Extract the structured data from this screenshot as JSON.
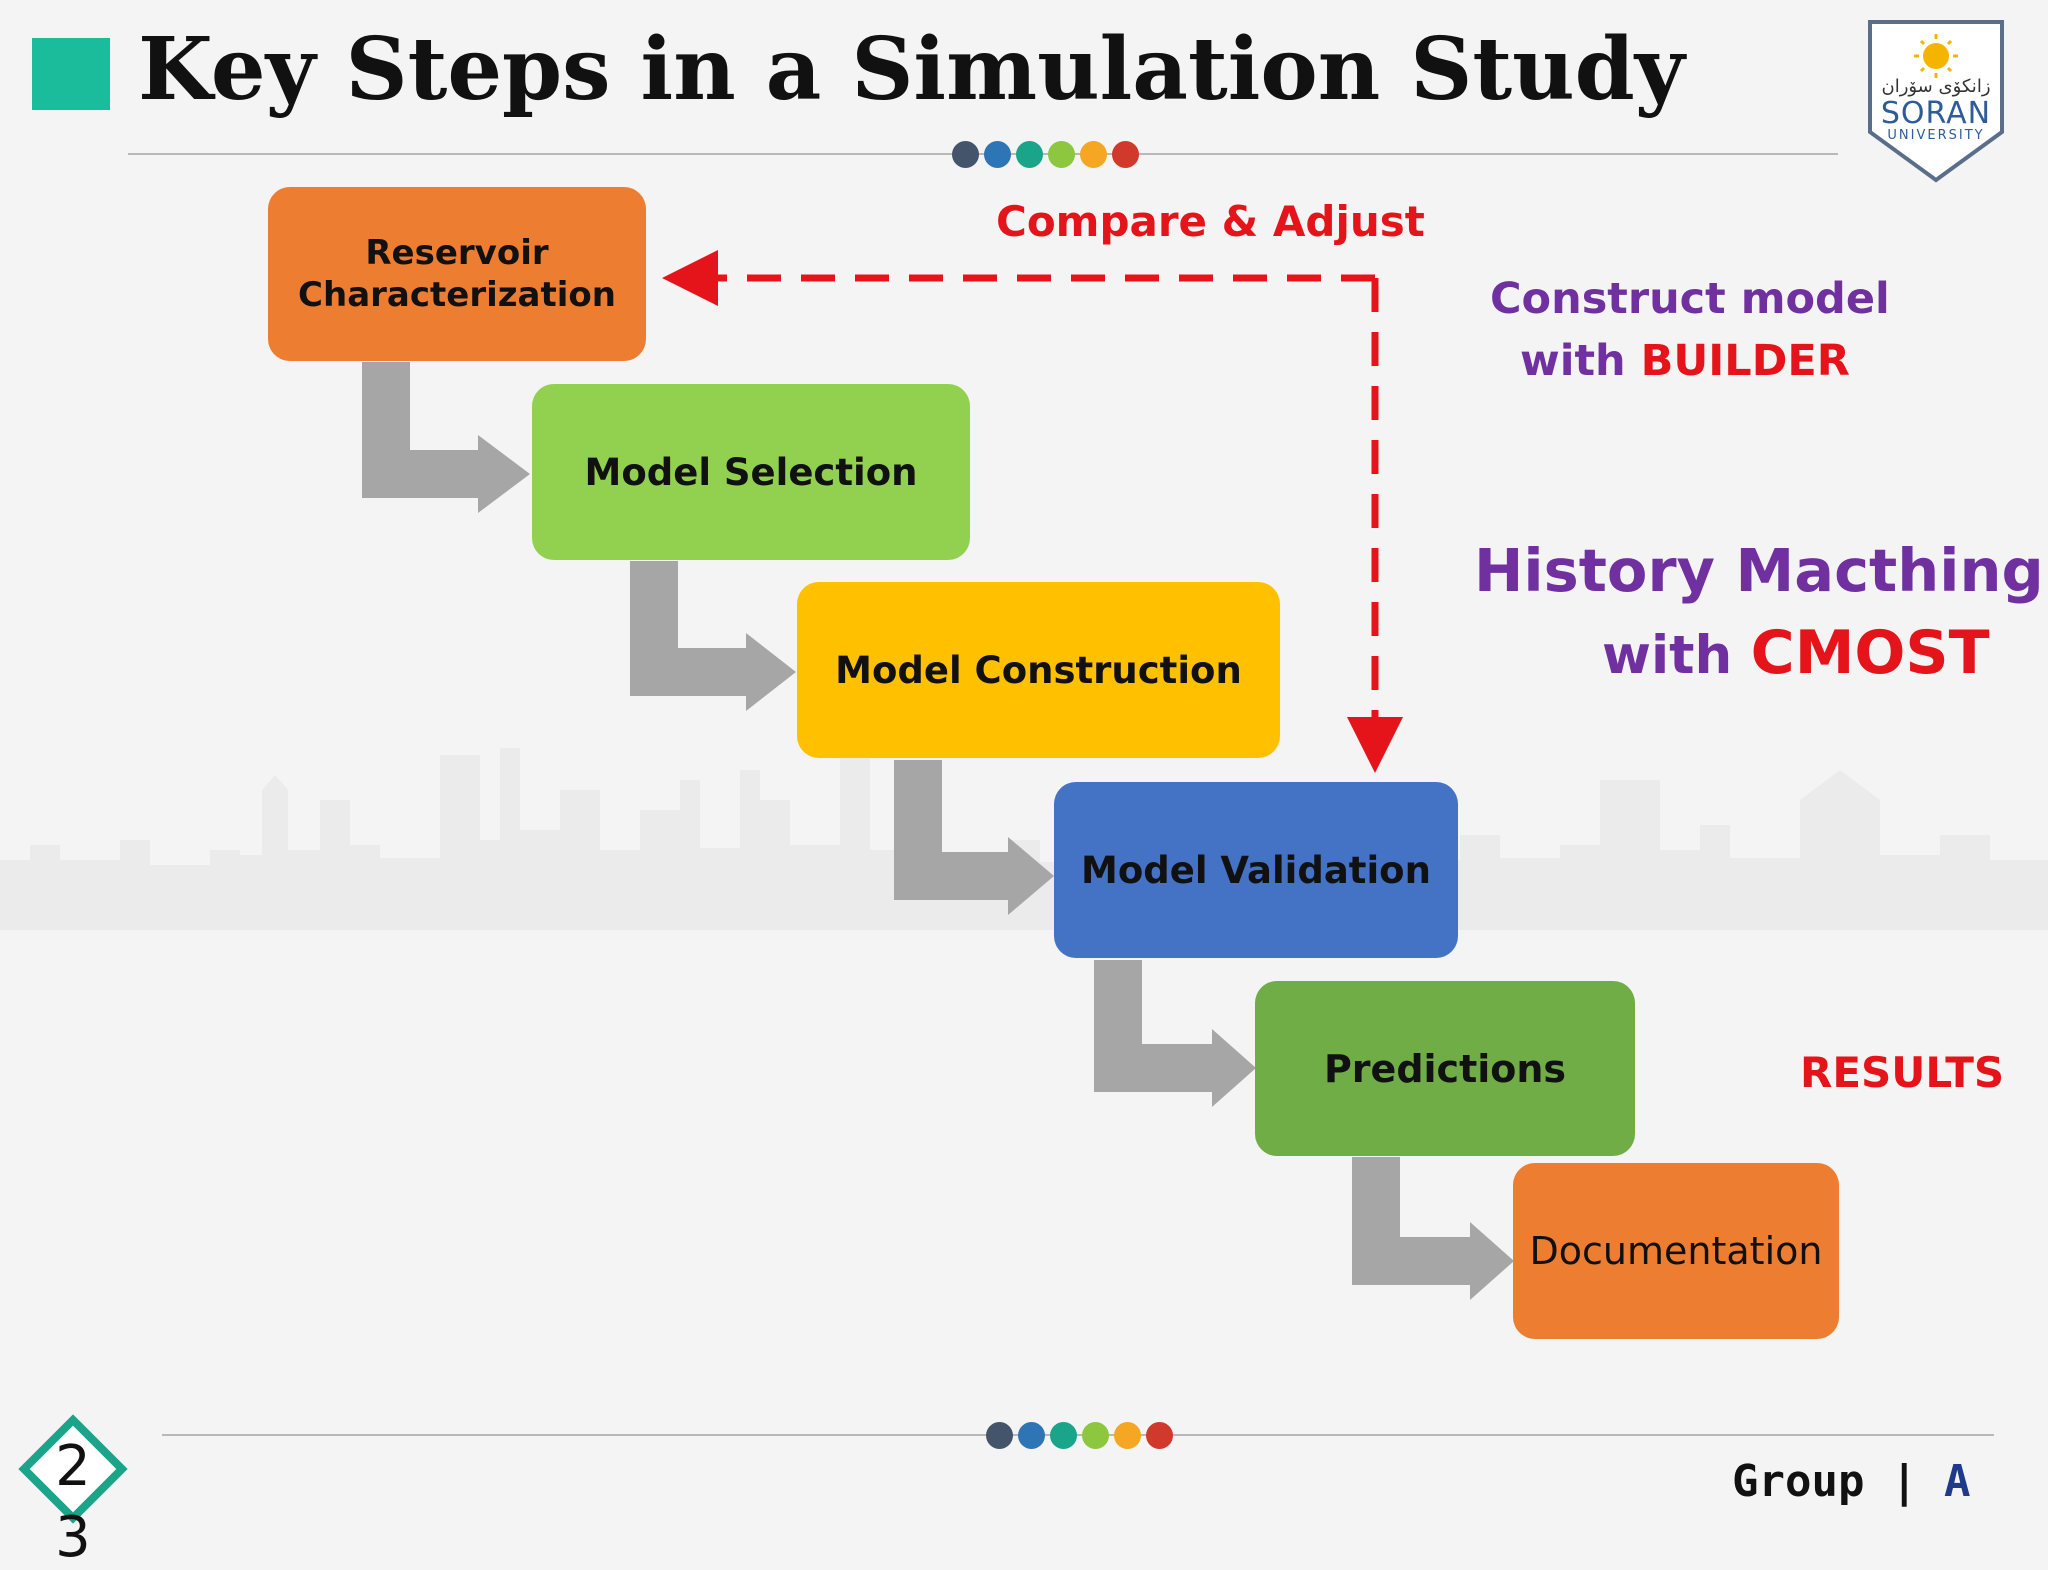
{
  "slide": {
    "title": "Key Steps in a Simulation Study",
    "accent_color": "#1abc9c",
    "dot_colors": [
      "#44546a",
      "#2e75b6",
      "#1aa58a",
      "#8dc63f",
      "#f5a623",
      "#d0392b"
    ]
  },
  "logo": {
    "arabic_text": "زانكۆی سۆران",
    "name": "SORAN",
    "subtitle": "UNIVERSITY"
  },
  "steps": [
    {
      "label": "Reservoir Characterization",
      "color": "#ed7d31"
    },
    {
      "label": "Model Selection",
      "color": "#92d050"
    },
    {
      "label": "Model Construction",
      "color": "#ffc000"
    },
    {
      "label": "Model Validation",
      "color": "#4472c4"
    },
    {
      "label": "Predictions",
      "color": "#70ad47"
    },
    {
      "label": "Documentation",
      "color": "#ed7d31"
    }
  ],
  "feedback": {
    "label": "Compare & Adjust",
    "color": "#e5141b"
  },
  "annotations": {
    "construct": {
      "line1": "Construct model",
      "line2_prefix": "with ",
      "line2_tool": "BUILDER"
    },
    "history": {
      "line1": "History Macthing",
      "line2_prefix": "with ",
      "line2_tool": "CMOST"
    },
    "results": "RESULTS"
  },
  "footer": {
    "page_number": "2",
    "page_number_overflow": "3",
    "group_prefix": "Group",
    "group_separator": "|",
    "group_letter": "A"
  }
}
